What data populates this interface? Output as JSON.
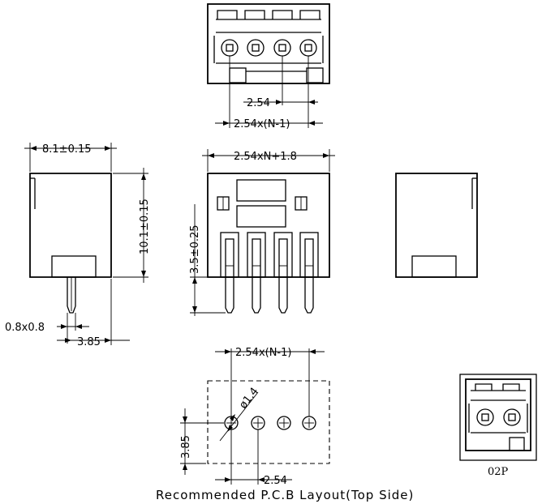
{
  "dimensions": {
    "top_pitch": "2.54",
    "top_span": "2.54x(N-1)",
    "left_width": "8.1±0.15",
    "left_height": "10.1±0.15",
    "pin_size": "0.8x0.8",
    "pin_offset": "3.85",
    "front_width": "2.54xN+1.8",
    "front_pin_length": "3.5±0.25",
    "pcb_span": "2.54x(N-1)",
    "pcb_hole_dia": "ø1.4",
    "pcb_row_offset": "3.85",
    "pcb_pitch": "2.54"
  },
  "pcb_caption": "Recommended P.C.B Layout(Top Side)",
  "variant_label": "02P"
}
